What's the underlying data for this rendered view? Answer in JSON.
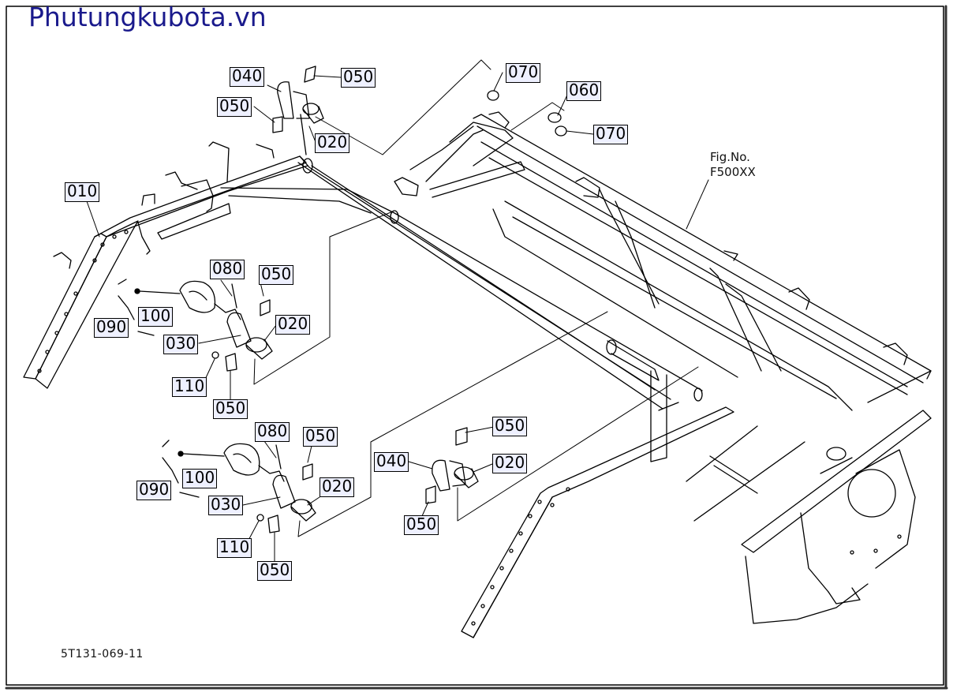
{
  "site": {
    "watermark": "Phutungkubota.vn"
  },
  "figure": {
    "fig_label": "Fig.No.",
    "fig_number": "F500XX",
    "drawing_number": "5T131-069-11"
  },
  "callouts": [
    {
      "id": "c010",
      "number": "010"
    },
    {
      "id": "c020a",
      "number": "020"
    },
    {
      "id": "c020b",
      "number": "020"
    },
    {
      "id": "c020c",
      "number": "020"
    },
    {
      "id": "c020d",
      "number": "020"
    },
    {
      "id": "c030a",
      "number": "030"
    },
    {
      "id": "c030b",
      "number": "030"
    },
    {
      "id": "c040a",
      "number": "040"
    },
    {
      "id": "c040b",
      "number": "040"
    },
    {
      "id": "c050a",
      "number": "050"
    },
    {
      "id": "c050b",
      "number": "050"
    },
    {
      "id": "c050c",
      "number": "050"
    },
    {
      "id": "c050d",
      "number": "050"
    },
    {
      "id": "c050e",
      "number": "050"
    },
    {
      "id": "c050f",
      "number": "050"
    },
    {
      "id": "c050g",
      "number": "050"
    },
    {
      "id": "c050h",
      "number": "050"
    },
    {
      "id": "c050i",
      "number": "050"
    },
    {
      "id": "c060",
      "number": "060"
    },
    {
      "id": "c070a",
      "number": "070"
    },
    {
      "id": "c070b",
      "number": "070"
    },
    {
      "id": "c080a",
      "number": "080"
    },
    {
      "id": "c080b",
      "number": "080"
    },
    {
      "id": "c090a",
      "number": "090"
    },
    {
      "id": "c090b",
      "number": "090"
    },
    {
      "id": "c100a",
      "number": "100"
    },
    {
      "id": "c100b",
      "number": "100"
    },
    {
      "id": "c110a",
      "number": "110"
    },
    {
      "id": "c110b",
      "number": "110"
    }
  ]
}
